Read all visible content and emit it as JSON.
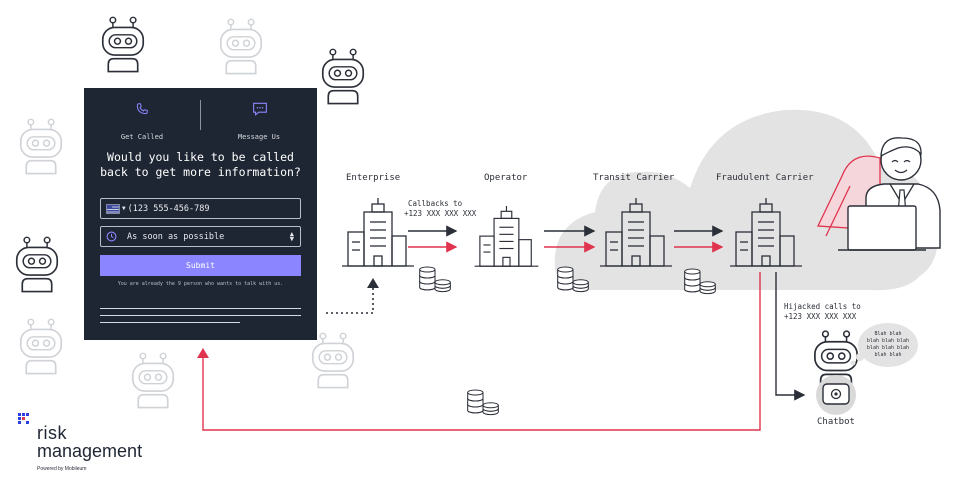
{
  "widget": {
    "tabs": [
      {
        "label": "Get Called",
        "icon": "phone-icon"
      },
      {
        "label": "Message Us",
        "icon": "message-icon"
      }
    ],
    "headline_line1": "Would you like to be called",
    "headline_line2": "back to get more information?",
    "phone_value": "(123 555-456-789",
    "time_value": "As soon as possible",
    "submit_label": "Submit",
    "queue_note": "You are already the 9 person who wants to talk with us."
  },
  "nodes": {
    "enterprise": "Enterprise",
    "operator": "Operator",
    "transit": "Transit Carrier",
    "fraudulent": "Fraudulent Carrier",
    "chatbot": "Chatbot"
  },
  "annotations": {
    "callbacks_line1": "Callbacks to",
    "callbacks_line2": "+123 XXX XXX XXX",
    "hijacked_line1": "Hijacked calls to",
    "hijacked_line2": "+123 XXX XXX XXX",
    "bubble_lines": [
      "Blah blah",
      "blah blah blah",
      "blah blah blah",
      "blah blah"
    ]
  },
  "logo": {
    "line1": "risk",
    "line2": "management",
    "powered": "Powered by Mobileum"
  },
  "colors": {
    "dark": "#2b2f38",
    "accent_red": "#e0334d",
    "panel_bg": "#1f2633",
    "submit": "#8b86ff",
    "cloud": "#e3e3e3",
    "logo_blue": "#2b3ce0"
  }
}
